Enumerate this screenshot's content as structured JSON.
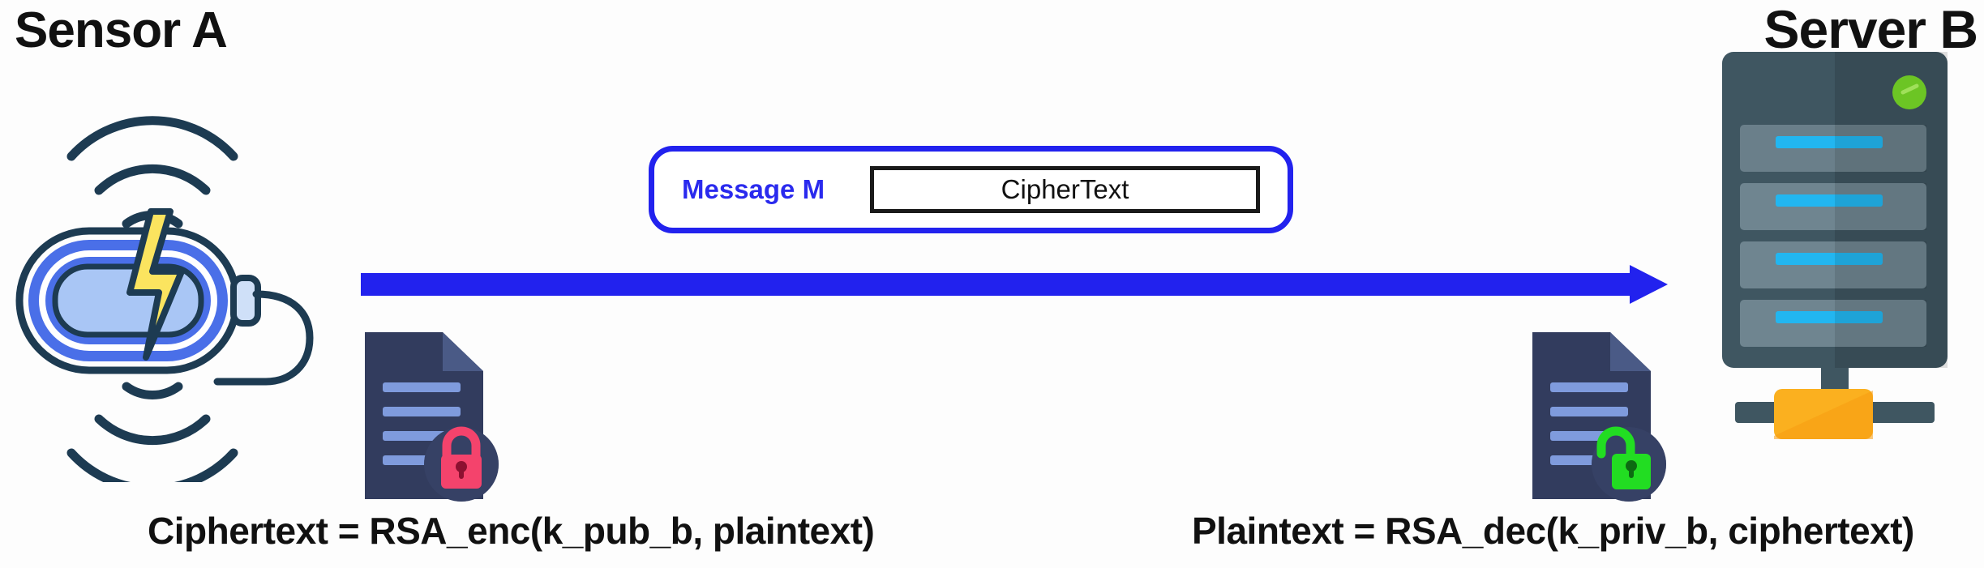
{
  "diagram": {
    "title": "RSA public-key encryption message flow",
    "background_color": "#fdfdfd"
  },
  "nodes": {
    "sender": {
      "title": "Sensor A",
      "icon": "wireless-sensor-icon"
    },
    "receiver": {
      "title": "Server B",
      "icon": "server-rack-icon",
      "status_indicator_color": "#6cc524"
    }
  },
  "channel": {
    "arrow_direction": "left-to-right",
    "arrow_color": "#2222ee",
    "message": {
      "label": "Message M",
      "payload": "CipherText",
      "border_color": "#2222ee",
      "payload_border_color": "#1a1a1a",
      "label_color": "#2a2aee"
    }
  },
  "artifacts": {
    "encrypted_document": {
      "icon": "document-locked-icon",
      "lock_state": "locked",
      "lock_color": "#f4436c",
      "page_color": "#323c5e",
      "line_color": "#7f9bdd"
    },
    "decrypted_document": {
      "icon": "document-unlocked-icon",
      "lock_state": "unlocked",
      "lock_color": "#22dd22",
      "page_color": "#323c5e",
      "line_color": "#7f9bdd"
    }
  },
  "formulas": {
    "encrypt": "Ciphertext = RSA_enc(k_pub_b, plaintext)",
    "decrypt": "Plaintext = RSA_dec(k_priv_b, ciphertext)"
  },
  "palette": {
    "sensor_outline": "#1d4253",
    "sensor_band": "#4a6fe8",
    "sensor_face": "#a9c6f5",
    "bolt_fill": "#fbe45f",
    "server_body": "#3f5661",
    "server_bay": "#6f8590",
    "server_bar": "#22b6f0",
    "server_connector": "#fbb01f"
  }
}
